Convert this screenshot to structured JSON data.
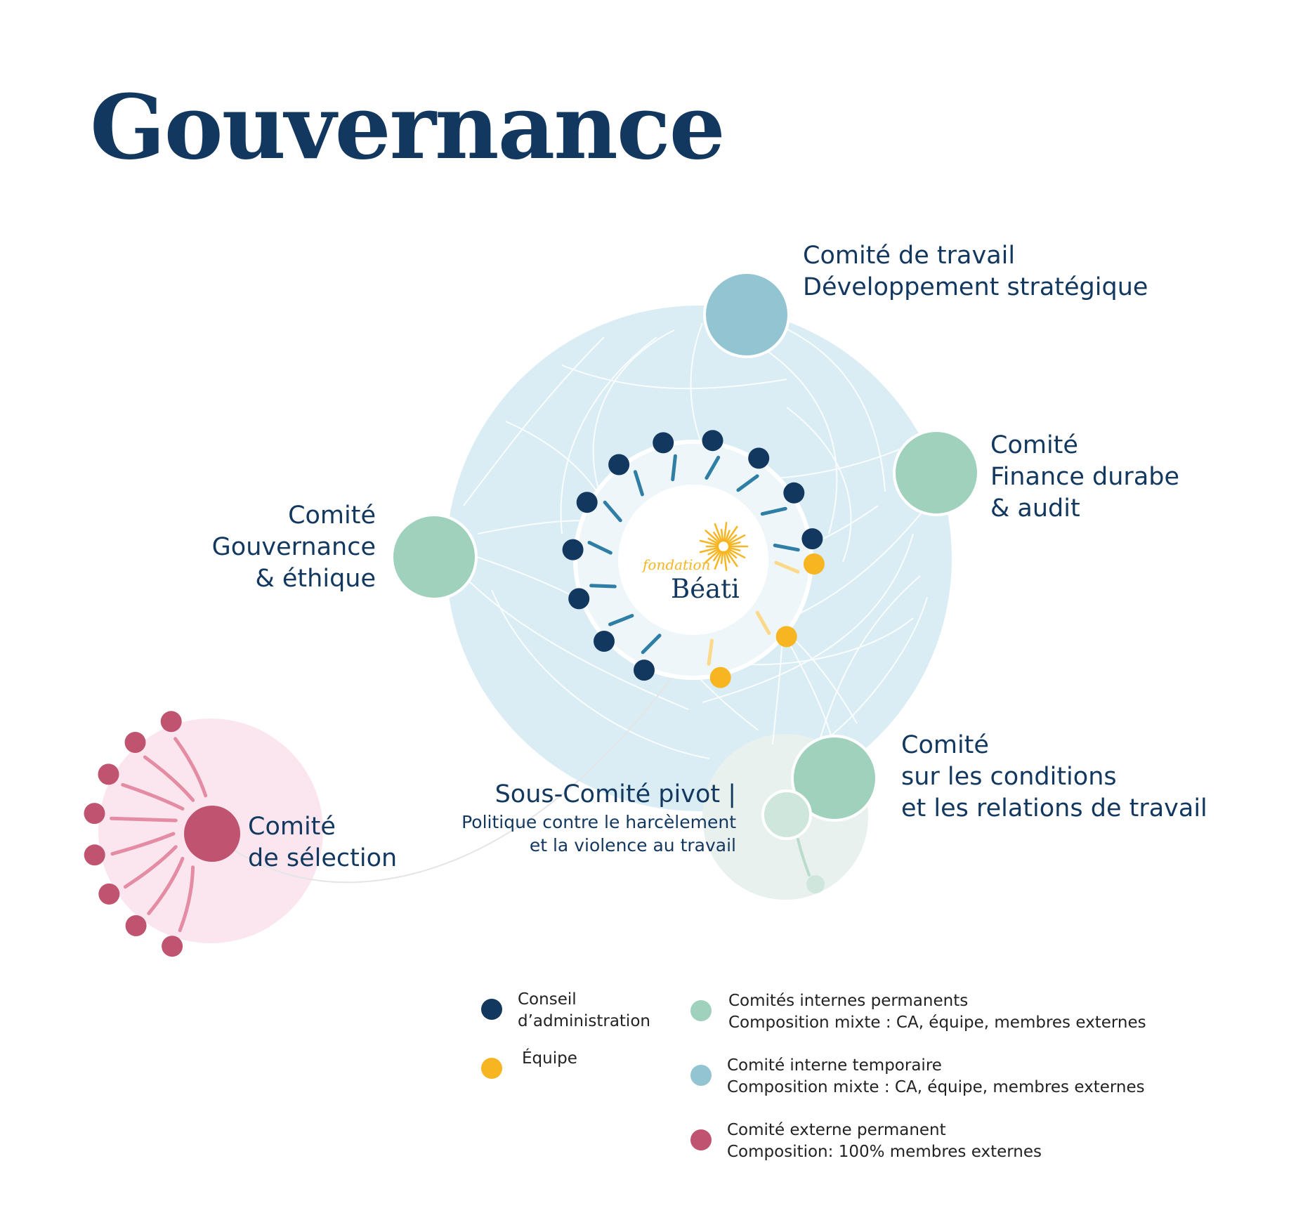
{
  "title": "Gouvernance",
  "colors": {
    "navy": "#13385f",
    "yellow": "#f7b521",
    "green": "#9fd1bd",
    "blue": "#93c4d2",
    "pink": "#c05470",
    "main_circle": "#daedf4",
    "pink_halo": "#fbe6ef",
    "grey_halo": "#e9f1ee"
  },
  "logo": {
    "line1": "fondation",
    "line2": "Béati"
  },
  "committees": {
    "travail": {
      "line1": "Comité de travail",
      "line2": "Développement stratégique"
    },
    "finance": {
      "line1": "Comité",
      "line2": "Finance durabe",
      "line3": "& audit"
    },
    "gouvernance": {
      "line1": "Comité",
      "line2": "Gouvernance",
      "line3": "& éthique"
    },
    "conditions": {
      "line1": "Comité",
      "line2": "sur les conditions",
      "line3": "et les relations de travail"
    },
    "sous_comite": {
      "line1": "Sous-Comité pivot |",
      "line2": "Politique contre le harcèlement",
      "line3": "et la violence au travail"
    },
    "selection": {
      "line1": "Comité",
      "line2": "de sélection"
    }
  },
  "members": {
    "conseil_count": 11,
    "equipe_count": 3,
    "selection_count": 8
  },
  "legend": {
    "conseil": {
      "line1": "Conseil",
      "line2": "d’administration"
    },
    "equipe": {
      "line1": "Équipe"
    },
    "internes_permanents": {
      "line1": "Comités internes permanents",
      "line2": "Composition mixte : CA, équipe, membres externes"
    },
    "interne_temporaire": {
      "line1": "Comité interne temporaire",
      "line2": "Composition mixte : CA, équipe, membres externes"
    },
    "externe_permanent": {
      "line1": "Comité externe permanent",
      "line2": "Composition: 100% membres externes"
    }
  }
}
